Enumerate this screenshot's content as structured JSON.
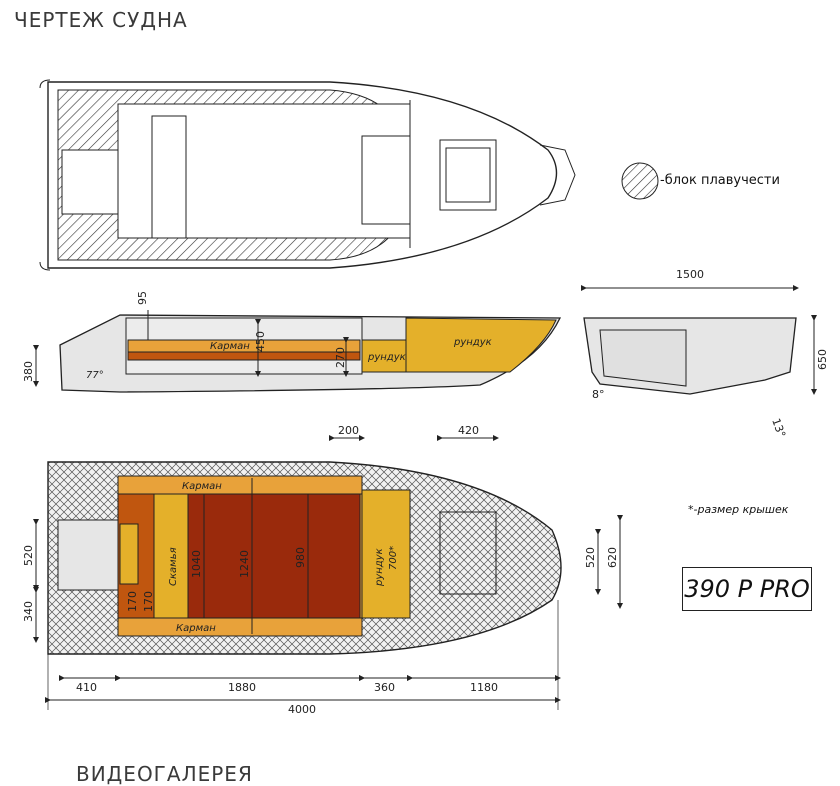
{
  "header": {
    "title": "ЧЕРТЕЖ СУДНА"
  },
  "footer": {
    "partial_heading": "ВИДЕОГАЛЕРЕЯ"
  },
  "legend": {
    "flotation_label": "-блок плавучести"
  },
  "note": {
    "lid_size": "*-размер крышек"
  },
  "model": {
    "name": "390 P PRO"
  },
  "side_view": {
    "labels": {
      "pocket": "Карман",
      "box_small": "рундук",
      "box_large": "рундук"
    },
    "dims": {
      "d95": "95",
      "d450": "450",
      "d270": "270",
      "d380": "380",
      "angle77": "77°"
    }
  },
  "section_view": {
    "dims": {
      "width": "1500",
      "height": "650",
      "angle8": "8°",
      "angle13": "13°"
    }
  },
  "top_view": {
    "labels": {
      "pocket_top": "Карман",
      "pocket_bottom": "Карман",
      "bench": "Скамья",
      "box": "рундук",
      "box_size": "700*"
    },
    "dims": {
      "d200": "200",
      "d420": "420",
      "d1040": "1040",
      "d1240": "1240",
      "d980": "980",
      "d170a": "170",
      "d170b": "170",
      "d520_left": "520",
      "d340": "340",
      "d520_right": "520",
      "d620": "620",
      "d410": "410",
      "d1880": "1880",
      "d360": "360",
      "d1180": "1180",
      "d4000": "4000"
    }
  },
  "colors": {
    "hatch": "#333333",
    "orange": "#e8a23a",
    "dark_orange": "#c0560f",
    "brown": "#9a2a0c",
    "yellow": "#e4b02a",
    "grey": "#e6e6e6"
  }
}
